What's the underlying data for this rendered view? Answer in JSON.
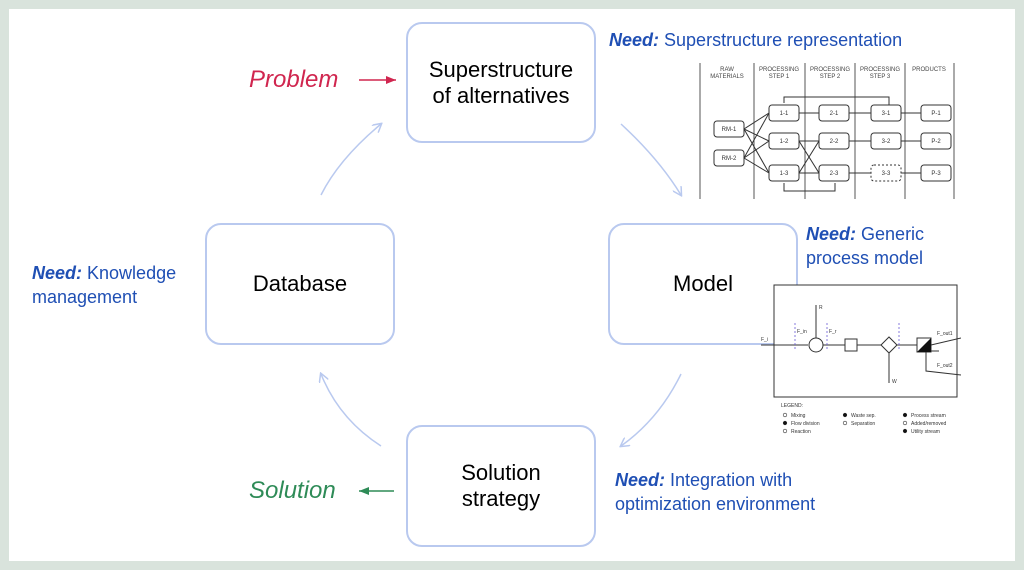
{
  "nodes": {
    "superstructure": {
      "line1": "Superstructure",
      "line2": "of alternatives"
    },
    "model": "Model",
    "solution_strategy": {
      "line1": "Solution",
      "line2": "strategy"
    },
    "database": "Database"
  },
  "problem_label": "Problem",
  "solution_label": "Solution",
  "needs": {
    "prefix": "Need:",
    "superstructure": "Superstructure representation",
    "model": {
      "line1": "Generic",
      "line2": "process model"
    },
    "solution": {
      "line1": "Integration with",
      "line2": "optimization environment"
    },
    "database": {
      "line1": "Knowledge",
      "line2": "management"
    }
  },
  "colors": {
    "problem": "#d0264f",
    "solution": "#2e8b57",
    "need": "#1f4fb4",
    "node_border": "#b9c9ef",
    "arrow": "#b9c9ef"
  },
  "superstructure_figure": {
    "headers": [
      [
        "RAW",
        "MATERIALS"
      ],
      [
        "PROCESSING",
        "STEP 1"
      ],
      [
        "PROCESSING",
        "STEP 2"
      ],
      [
        "PROCESSING",
        "STEP 3"
      ],
      [
        "PRODUCTS"
      ]
    ],
    "raw_materials": [
      "RM-1",
      "RM-2"
    ],
    "step1": [
      "1-1",
      "1-2",
      "1-3"
    ],
    "step2": [
      "2-1",
      "2-2",
      "2-3"
    ],
    "step3": [
      "3-1",
      "3-2",
      "3-3"
    ],
    "products": [
      "P-1",
      "P-2",
      "P-3"
    ]
  },
  "model_figure": {
    "stream_labels": {
      "inlet": "F_i",
      "mix": "F_in",
      "reaction": "F_r",
      "waste": "W",
      "out1": "F_out1",
      "out2": "F_out2",
      "utility": "R"
    },
    "legend_title": "LEGEND:",
    "legend_items": [
      "Mixing",
      "Flow division",
      "Reaction",
      "Waste sep.",
      "Separation",
      "Process stream",
      "Added/removed",
      "Utility stream"
    ]
  }
}
